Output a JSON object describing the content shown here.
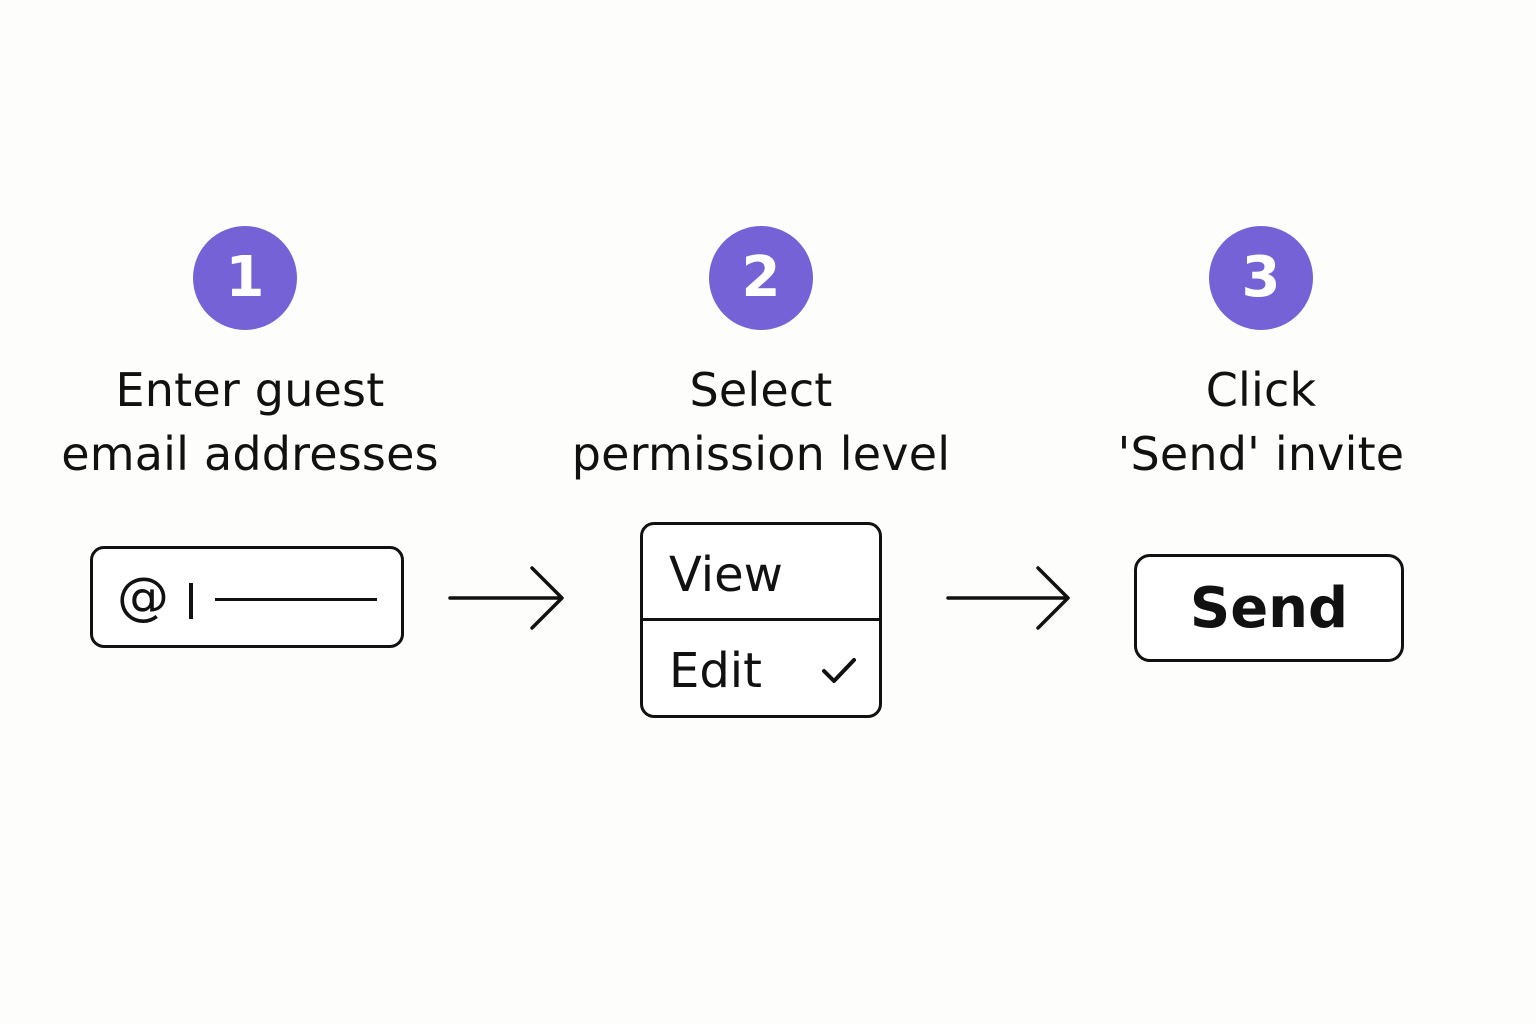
{
  "colors": {
    "accent": "#7462d6",
    "ink": "#111111",
    "background": "#fdfdfb"
  },
  "steps": [
    {
      "number": "1",
      "title_line1": "Enter guest",
      "title_line2": "email addresses",
      "widget": {
        "icon": "at-icon",
        "icon_glyph": "@"
      }
    },
    {
      "number": "2",
      "title_line1": "Select",
      "title_line2": "permission level",
      "widget": {
        "options": [
          "View",
          "Edit"
        ],
        "selected": "Edit"
      }
    },
    {
      "number": "3",
      "title_line1": "Click",
      "title_line2": "'Send' invite",
      "widget": {
        "button_label": "Send"
      }
    }
  ],
  "connectors": [
    "arrow-right-icon",
    "arrow-right-icon"
  ]
}
